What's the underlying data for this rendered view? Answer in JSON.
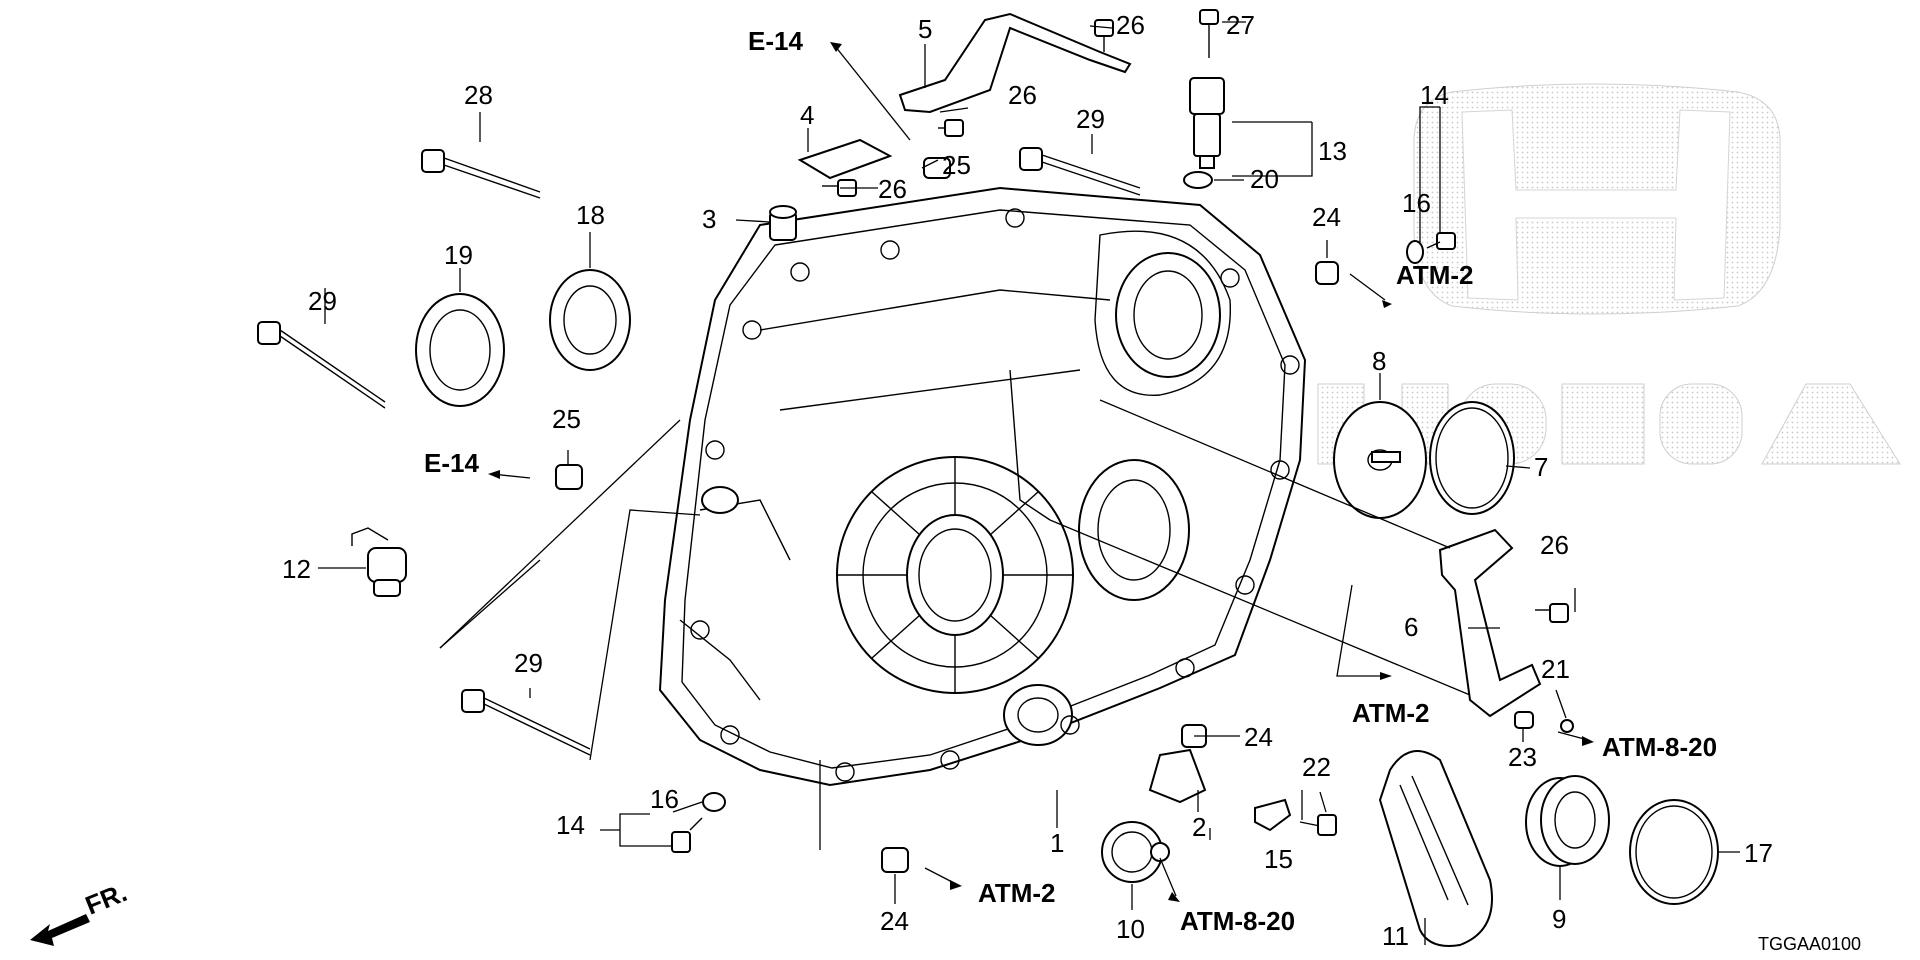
{
  "callouts": [
    {
      "id": "c1",
      "text": "1"
    },
    {
      "id": "c2",
      "text": "2"
    },
    {
      "id": "c3",
      "text": "3"
    },
    {
      "id": "c4",
      "text": "4"
    },
    {
      "id": "c5",
      "text": "5"
    },
    {
      "id": "c6",
      "text": "6"
    },
    {
      "id": "c7",
      "text": "7"
    },
    {
      "id": "c8",
      "text": "8"
    },
    {
      "id": "c9",
      "text": "9"
    },
    {
      "id": "c10",
      "text": "10"
    },
    {
      "id": "c11",
      "text": "11"
    },
    {
      "id": "c12",
      "text": "12"
    },
    {
      "id": "c13",
      "text": "13"
    },
    {
      "id": "c14a",
      "text": "14"
    },
    {
      "id": "c14b",
      "text": "14"
    },
    {
      "id": "c15",
      "text": "15"
    },
    {
      "id": "c16a",
      "text": "16"
    },
    {
      "id": "c16b",
      "text": "16"
    },
    {
      "id": "c17",
      "text": "17"
    },
    {
      "id": "c18",
      "text": "18"
    },
    {
      "id": "c19",
      "text": "19"
    },
    {
      "id": "c20",
      "text": "20"
    },
    {
      "id": "c21",
      "text": "21"
    },
    {
      "id": "c22",
      "text": "22"
    },
    {
      "id": "c23",
      "text": "23"
    },
    {
      "id": "c24a",
      "text": "24"
    },
    {
      "id": "c24b",
      "text": "24"
    },
    {
      "id": "c24c",
      "text": "24"
    },
    {
      "id": "c25a",
      "text": "25"
    },
    {
      "id": "c25b",
      "text": "25"
    },
    {
      "id": "c26a",
      "text": "26"
    },
    {
      "id": "c26b",
      "text": "26"
    },
    {
      "id": "c26c",
      "text": "26"
    },
    {
      "id": "c26d",
      "text": "26"
    },
    {
      "id": "c27",
      "text": "27"
    },
    {
      "id": "c28",
      "text": "28"
    },
    {
      "id": "c29a",
      "text": "29"
    },
    {
      "id": "c29b",
      "text": "29"
    },
    {
      "id": "c29c",
      "text": "29"
    }
  ],
  "references": {
    "e14_top": "E-14",
    "e14_left": "E-14",
    "atm2_right": "ATM-2",
    "atm2_mid": "ATM-2",
    "atm2_bottom": "ATM-2",
    "atm820_right": "ATM-8-20",
    "atm820_bottom": "ATM-8-20"
  },
  "front_indicator": "FR.",
  "diagram_code": "TGGAA0100",
  "watermark_brand": "HONDA",
  "colors": {
    "line": "#000000",
    "background": "#ffffff",
    "watermark": "#cfcfcf"
  }
}
